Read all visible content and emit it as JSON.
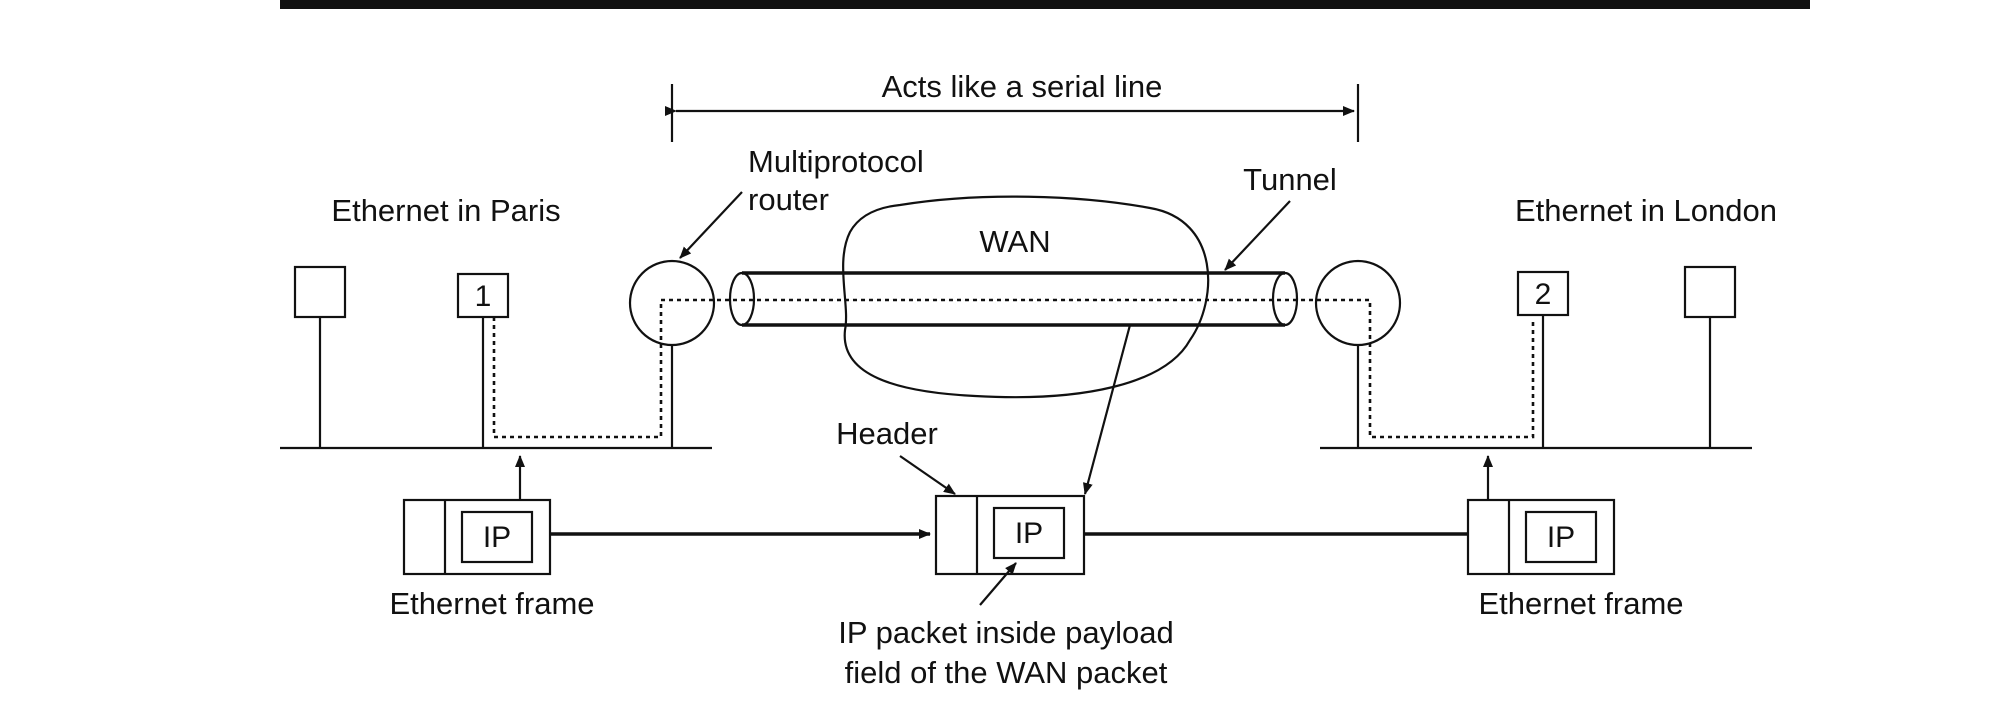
{
  "diagram": {
    "span_label": "Acts like a serial line",
    "router_label_line1": "Multiprotocol",
    "router_label_line2": "router",
    "tunnel_label": "Tunnel",
    "wan_label": "WAN",
    "paris_label": "Ethernet in Paris",
    "london_label": "Ethernet in London",
    "host1_label": "1",
    "host2_label": "2",
    "header_label": "Header",
    "ip_left": "IP",
    "ip_middle": "IP",
    "ip_right": "IP",
    "frame_left_label": "Ethernet frame",
    "frame_right_label": "Ethernet frame",
    "packet_caption_line1": "IP packet inside payload",
    "packet_caption_line2": "field of the WAN packet"
  }
}
